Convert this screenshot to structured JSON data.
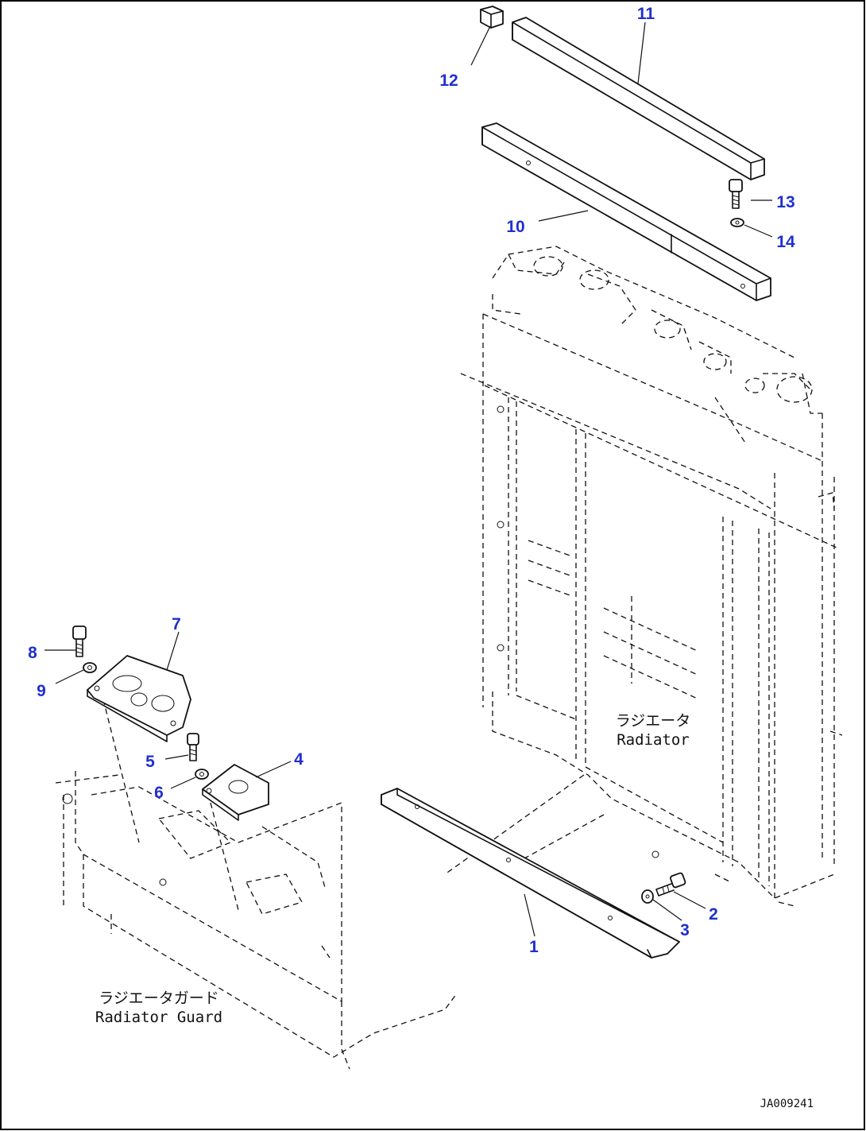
{
  "colors": {
    "callout": "#1f2fd0",
    "ink": "#111111",
    "frame": "#000000"
  },
  "callouts": [
    {
      "id": "1",
      "text": "1"
    },
    {
      "id": "2",
      "text": "2"
    },
    {
      "id": "3",
      "text": "3"
    },
    {
      "id": "4",
      "text": "4"
    },
    {
      "id": "5",
      "text": "5"
    },
    {
      "id": "6",
      "text": "6"
    },
    {
      "id": "7",
      "text": "7"
    },
    {
      "id": "8",
      "text": "8"
    },
    {
      "id": "9",
      "text": "9"
    },
    {
      "id": "10",
      "text": "10"
    },
    {
      "id": "11",
      "text": "11"
    },
    {
      "id": "12",
      "text": "12"
    },
    {
      "id": "13",
      "text": "13"
    },
    {
      "id": "14",
      "text": "14"
    }
  ],
  "labels": {
    "radiator_jp": "ラジエータ",
    "radiator_en": "Radiator",
    "guard_jp": "ラジエータガード",
    "guard_en": "Radiator Guard"
  },
  "drawing_code": "JA009241"
}
